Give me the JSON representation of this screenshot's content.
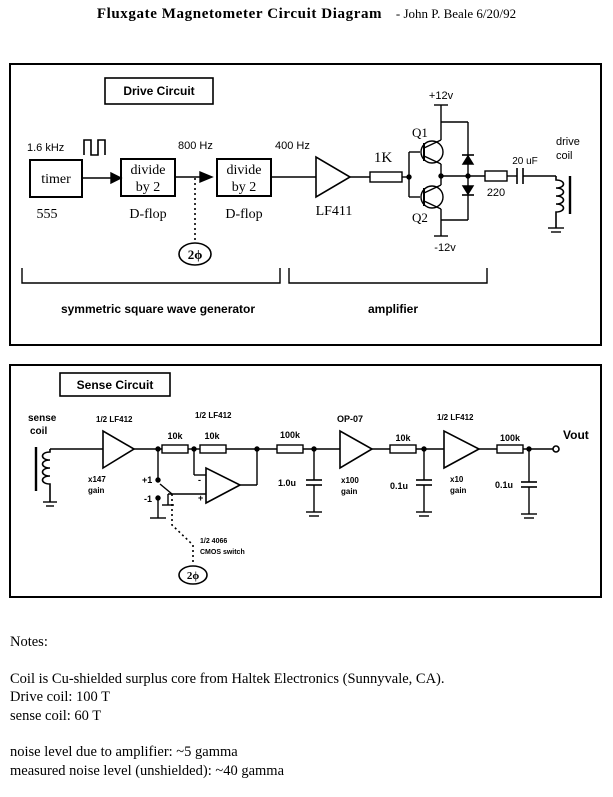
{
  "title": "Fluxgate Magnetometer Circuit Diagram",
  "author": "- John P. Beale 6/20/92",
  "drive": {
    "section_label": "Drive Circuit",
    "freq_in": "1.6 kHz",
    "timer_label": "timer",
    "timer_part": "555",
    "div1_line1": "divide",
    "div1_line2": "by 2",
    "div1_part": "D-flop",
    "freq_mid": "800 Hz",
    "div2_line1": "divide",
    "div2_line2": "by 2",
    "div2_part": "D-flop",
    "freq_out": "400 Hz",
    "phase_tag": "2ϕ",
    "opamp_part": "LF411",
    "resistor_1k": "1K",
    "q1": "Q1",
    "q2": "Q2",
    "vpos": "+12v",
    "vneg": "-12v",
    "resistor_220": "220",
    "cap_20uf": "20 uF",
    "coil_line1": "drive",
    "coil_line2": "coil",
    "group_left": "symmetric square wave generator",
    "group_right": "amplifier"
  },
  "sense": {
    "section_label": "Sense Circuit",
    "coil_line1": "sense",
    "coil_line2": "coil",
    "amp1_part": "1/2 LF412",
    "amp1_gain1": "x147",
    "amp1_gain2": "gain",
    "r1": "10k",
    "r2": "10k",
    "amp2_part": "1/2 LF412",
    "plus1": "+1",
    "minus1": "-1",
    "minus_sign": "-",
    "plus_sign": "+",
    "switch_line1": "1/2 4066",
    "switch_line2": "CMOS switch",
    "phase_tag": "2ϕ",
    "r3": "100k",
    "c1": "1.0u",
    "amp3_part": "OP-07",
    "amp3_gain1": "x100",
    "amp3_gain2": "gain",
    "r4": "10k",
    "c2": "0.1u",
    "amp4_part": "1/2 LF412",
    "amp4_gain1": "x10",
    "amp4_gain2": "gain",
    "r5": "100k",
    "c3": "0.1u",
    "vout": "Vout"
  },
  "notes": {
    "heading": "Notes:",
    "line1": "Coil is Cu-shielded surplus core from Haltek Electronics (Sunnyvale, CA).",
    "line2": "Drive coil: 100 T",
    "line3": "sense coil: 60 T",
    "line4": "noise level due to amplifier: ~5 gamma",
    "line5": "measured noise level (unshielded): ~40 gamma"
  }
}
